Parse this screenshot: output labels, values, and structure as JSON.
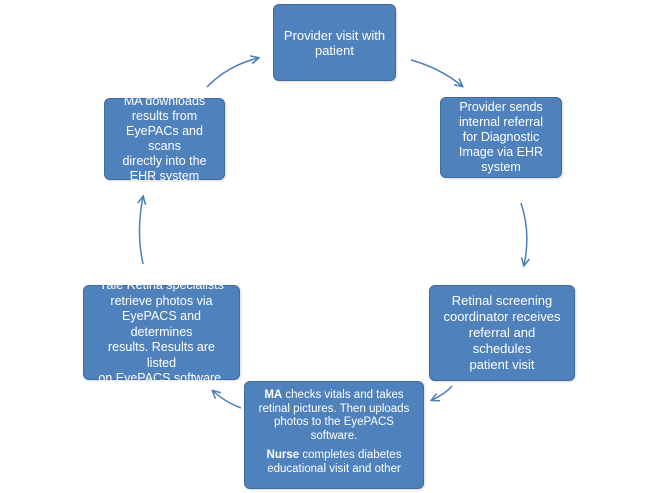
{
  "boxes": {
    "provider_visit": {
      "lines": [
        "Provider visit with",
        "patient"
      ]
    },
    "referral": {
      "lines": [
        "Provider sends",
        "internal  referral",
        "for Diagnostic",
        "Image via  EHR",
        "system"
      ]
    },
    "coordinator": {
      "lines": [
        "Retinal screening",
        "coordinator receives",
        "referral and schedules",
        "patient visit"
      ]
    },
    "ma_checks": {
      "p1_bold": "MA",
      "p1_rest": " checks vitals and takes",
      "p1_lines": [
        "retinal pictures. Then uploads",
        "photos to the EyePACS",
        "software."
      ],
      "p2_bold": "Nurse",
      "p2_rest": " completes diabetes",
      "p2_lines": [
        "educational visit and other"
      ]
    },
    "yale": {
      "lines": [
        "Yale Retina specialists",
        "retrieve photos via",
        "EyePACS and determines",
        "results. Results are listed",
        "on EyePACS software."
      ]
    },
    "ma_downloads": {
      "lines": [
        "MA downloads",
        "results from",
        "EyePACs and scans",
        "directly into the",
        "EHR system"
      ]
    }
  },
  "colors": {
    "box_fill": "#4f81bd",
    "box_border": "#41699b",
    "text": "#ffffff",
    "arrow": "#4a7ebb"
  }
}
